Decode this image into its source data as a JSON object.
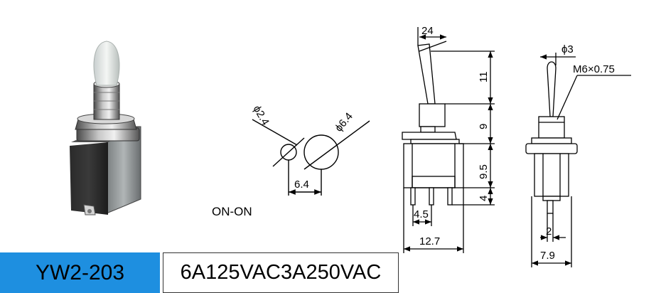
{
  "circuit": "ON-ON",
  "hole_diagram": {
    "small_hole_dia": "ϕ2.4",
    "large_hole_dia": "ϕ6.4",
    "spacing": "6.4"
  },
  "front_view": {
    "lever_angle": "24",
    "lever_height": "11",
    "bushing_height": "9",
    "body_height": "9.5",
    "terminal_length": "4",
    "terminal_pitch": "4.5",
    "body_width": "12.7"
  },
  "side_view": {
    "lever_tip_dia": "ϕ3",
    "thread": "M6×0.75",
    "terminal_width": "2",
    "body_width": "7.9"
  },
  "footer": {
    "model": "YW2-203",
    "rating": "6A125VAC3A250VAC"
  }
}
